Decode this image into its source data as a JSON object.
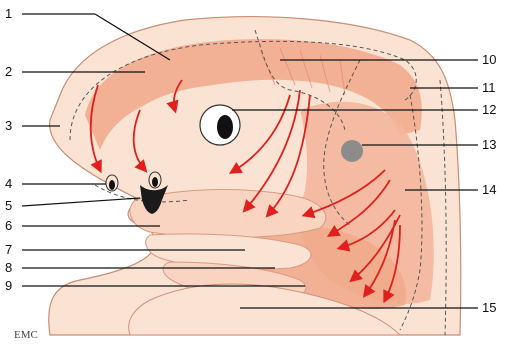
{
  "labels_left": [
    "1",
    "2",
    "3",
    "4",
    "5",
    "6",
    "7",
    "8",
    "9"
  ],
  "labels_right": [
    "10",
    "11",
    "12",
    "13",
    "14",
    "15"
  ],
  "watermark": "EMC",
  "colors": {
    "skin_light": "#fbe3d4",
    "skin_mid": "#f6c7ae",
    "muscle": "#f0a88a",
    "muscle_dark": "#e8876a",
    "arrow": "#e0201c",
    "outline": "#a86a55",
    "hole": "#1a1a1a",
    "eye_white": "#ffffff",
    "gray_spot": "#8c8c8c"
  },
  "icons": [
    "red-arrow-icon",
    "ear-hole-icon",
    "gray-spot-icon"
  ]
}
